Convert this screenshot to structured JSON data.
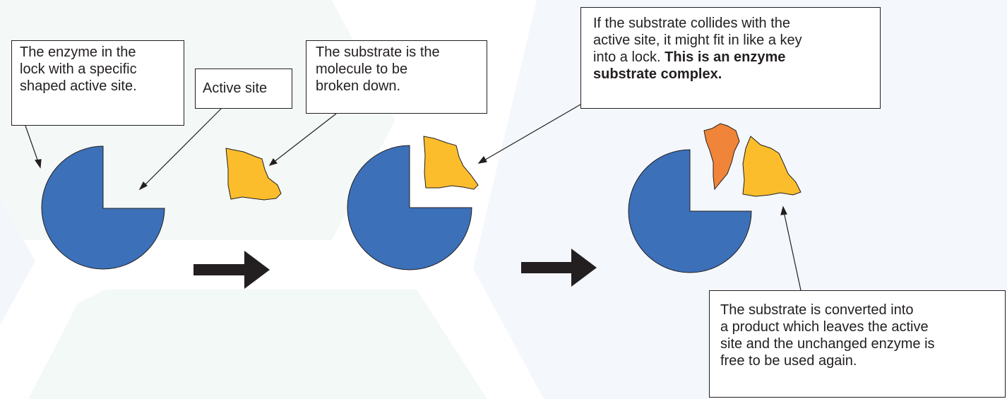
{
  "colors": {
    "enzyme": "#3c70b8",
    "substrate": "#fbbd2c",
    "product": "#f08439",
    "outline": "#231f20",
    "arrow": "#231f20",
    "background_shape": "#f3f7fb",
    "background_shape_alt": "#f1f8f5"
  },
  "callouts": {
    "enzyme": {
      "lines": [
        "The enzyme in the",
        "lock with a specific",
        "shaped active site."
      ]
    },
    "active_site": {
      "lines": [
        "Active site"
      ]
    },
    "substrate": {
      "lines": [
        "The substrate is the",
        "molecule to be",
        "broken down."
      ]
    },
    "complex": {
      "lines": [
        "If the substrate collides with the",
        "active site, it might fit in like a key",
        "into a lock."
      ],
      "bold_lines": [
        "This is an enzyme",
        "substrate complex."
      ]
    },
    "product": {
      "lines": [
        "The substrate is converted into",
        "a product which leaves the active",
        "site and the unchanged enzyme is",
        "free to be used again."
      ]
    }
  }
}
